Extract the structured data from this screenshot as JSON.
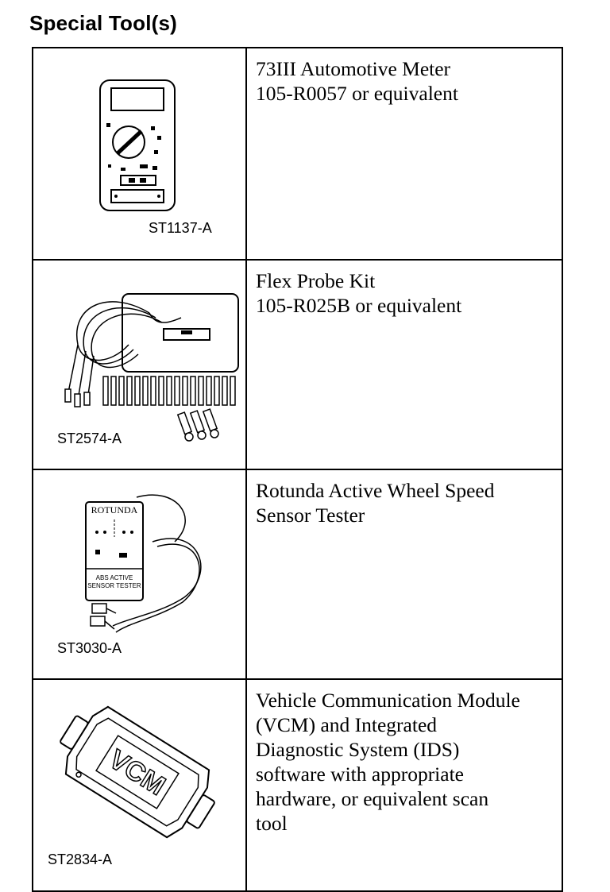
{
  "heading": "Special Tool(s)",
  "tools": [
    {
      "code": "ST1137-A",
      "illustration": "multimeter-icon",
      "description": [
        "73III Automotive Meter",
        "105-R0057 or equivalent"
      ]
    },
    {
      "code": "ST2574-A",
      "illustration": "probe-kit-icon",
      "description": [
        "Flex Probe Kit",
        "105-R025B or equivalent"
      ]
    },
    {
      "code": "ST3030-A",
      "illustration": "sensor-tester-icon",
      "description": [
        "Rotunda Active Wheel Speed",
        "Sensor Tester"
      ],
      "device_brand": "ROTUNDA",
      "device_panel": [
        "ABS ACTIVE",
        "SENSOR TESTER"
      ]
    },
    {
      "code": "ST2834-A",
      "illustration": "vcm-module-icon",
      "description": [
        "Vehicle Communication Module",
        "(VCM) and Integrated",
        "Diagnostic System (IDS)",
        "software with appropriate",
        "hardware, or equivalent scan",
        "tool"
      ],
      "device_label": "VCM"
    }
  ]
}
